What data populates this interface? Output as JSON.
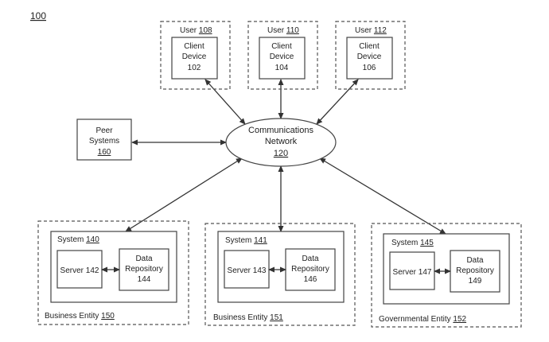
{
  "figure_ref": "100",
  "network": {
    "line1": "Communications",
    "line2": "Network",
    "ref": "120"
  },
  "peer": {
    "line1": "Peer",
    "line2": "Systems",
    "ref": "160"
  },
  "users": [
    {
      "label": "User",
      "ref": "108",
      "device_line1": "Client",
      "device_line2": "Device",
      "device_ref": "102"
    },
    {
      "label": "User",
      "ref": "110",
      "device_line1": "Client",
      "device_line2": "Device",
      "device_ref": "104"
    },
    {
      "label": "User",
      "ref": "112",
      "device_line1": "Client",
      "device_line2": "Device",
      "device_ref": "106"
    }
  ],
  "entities": [
    {
      "label": "Business Entity",
      "ref": "150",
      "system_label": "System",
      "system_ref": "140",
      "server_label": "Server",
      "server_ref": "142",
      "repo_line1": "Data",
      "repo_line2": "Repository",
      "repo_ref": "144"
    },
    {
      "label": "Business Entity",
      "ref": "151",
      "system_label": "System",
      "system_ref": "141",
      "server_label": "Server",
      "server_ref": "143",
      "repo_line1": "Data",
      "repo_line2": "Repository",
      "repo_ref": "146"
    },
    {
      "label": "Governmental Entity",
      "ref": "152",
      "system_label": "System",
      "system_ref": "145",
      "server_label": "Server",
      "server_ref": "147",
      "repo_line1": "Data",
      "repo_line2": "Repository",
      "repo_ref": "149"
    }
  ]
}
